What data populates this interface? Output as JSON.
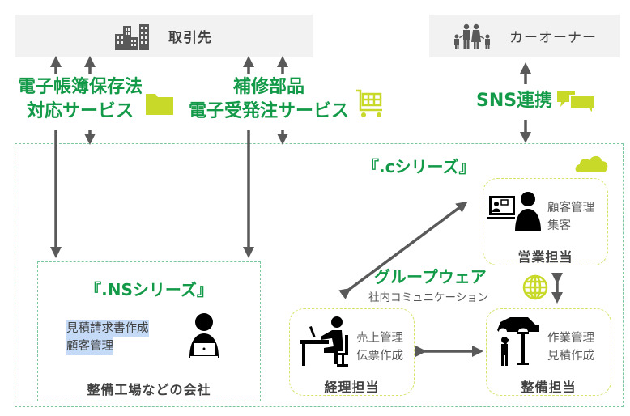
{
  "top": {
    "partner": {
      "label": "取引先",
      "icon": "buildings-icon"
    },
    "owner": {
      "label": "カーオーナー",
      "icon": "family-icon"
    }
  },
  "services": {
    "ledger": {
      "line1": "電子帳簿保存法",
      "line2": "対応サービス",
      "icon": "folder-icon"
    },
    "parts": {
      "line1": "補修部品",
      "line2": "電子受発注サービス",
      "icon": "shopping-cart-icon"
    },
    "sns": {
      "label": "SNS連携",
      "icon": "chat-bubbles-icon"
    }
  },
  "ns_series": {
    "title": "『.NSシリーズ』",
    "tasks": [
      "見積請求書作成",
      "顧客管理"
    ],
    "caption": "整備工場などの会社",
    "icon": "person-laptop-icon"
  },
  "c_series": {
    "title": "『.cシリーズ』",
    "icon": "cloud-icon",
    "groupware": {
      "title": "グループウェア",
      "subtitle": "社内コミュニケーション",
      "icon": "globe-icon"
    },
    "roles": {
      "sales": {
        "title": "営業担当",
        "tasks": [
          "顧客管理",
          "集客"
        ],
        "icon": "video-call-person-icon"
      },
      "accounting": {
        "title": "経理担当",
        "tasks": [
          "売上管理",
          "伝票作成"
        ],
        "icon": "desk-worker-icon"
      },
      "maintenance": {
        "title": "整備担当",
        "tasks": [
          "作業管理",
          "見積作成"
        ],
        "icon": "car-lift-mechanic-icon"
      }
    }
  },
  "colors": {
    "green": "#139a48",
    "lime": "#c8d92a",
    "arrow": "#595959",
    "dash": "#7cc89c",
    "role_dash": "#d7e36a"
  }
}
